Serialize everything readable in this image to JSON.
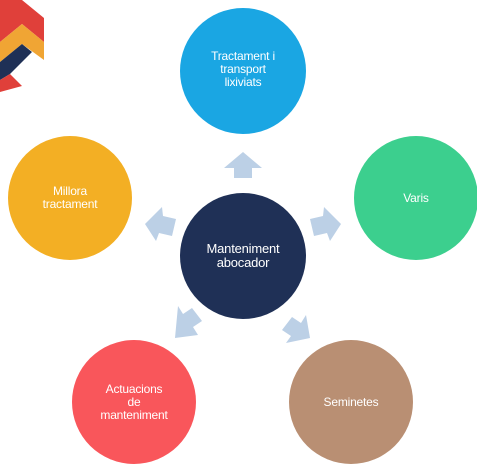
{
  "diagram": {
    "center": {
      "label": "Manteniment\nabocador",
      "color": "#1f3056"
    },
    "nodes": [
      {
        "key": "top",
        "label": "Tractament i\ntransport\nlixiviats",
        "color": "#1aa6e3"
      },
      {
        "key": "right",
        "label": "Varis",
        "color": "#3ccf8e"
      },
      {
        "key": "br",
        "label": "Seminetes",
        "color": "#b98f73"
      },
      {
        "key": "bl",
        "label": "Actuacions\nde\nmanteniment",
        "color": "#f9565b"
      },
      {
        "key": "left",
        "label": "Millora\ntractament",
        "color": "#f3af24"
      }
    ],
    "arrow_color": "#bcd0e6"
  },
  "logo": {
    "colors": [
      "#e0403a",
      "#f0a534",
      "#1f3056"
    ]
  }
}
